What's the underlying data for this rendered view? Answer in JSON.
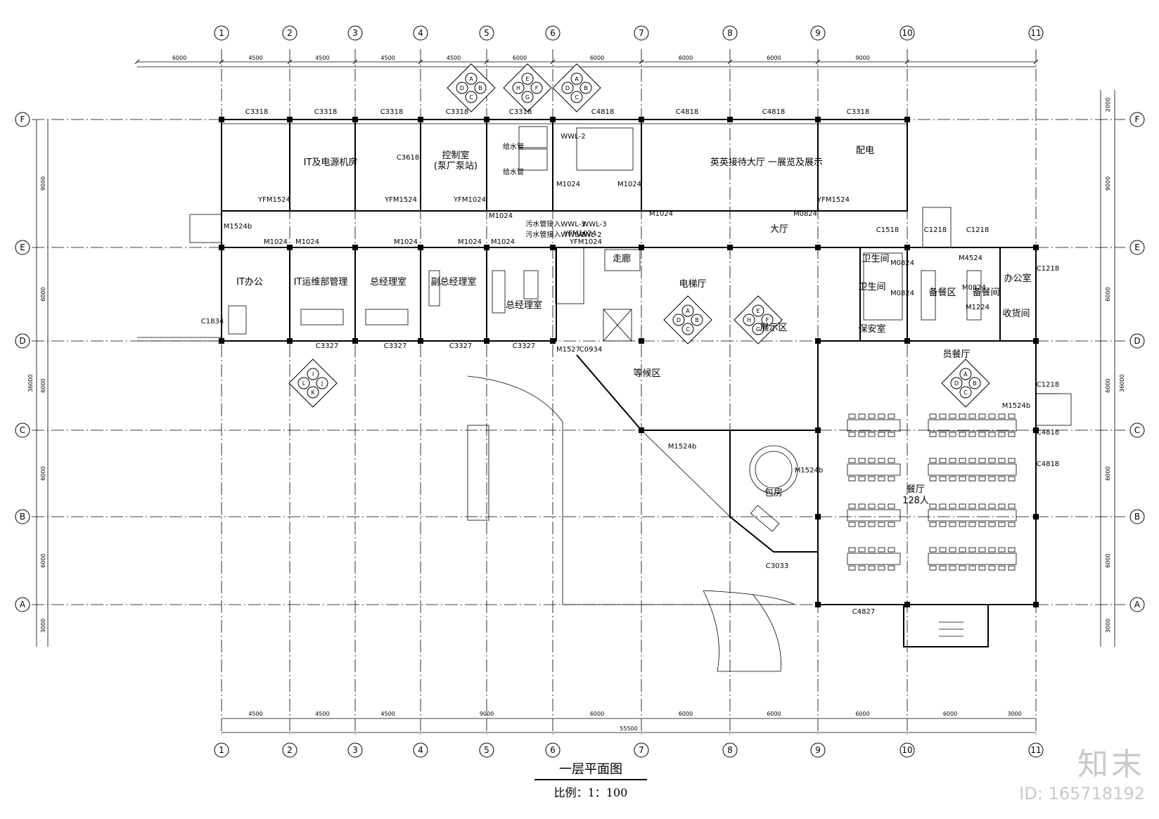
{
  "drawing": {
    "title": "一层平面图",
    "scale": "比例：1：100",
    "watermark_logo": "知末",
    "watermark_id": "ID: 165718192"
  },
  "axes": {
    "columns": [
      "1",
      "2",
      "3",
      "4",
      "5",
      "6",
      "7",
      "8",
      "9",
      "10",
      "11"
    ],
    "rows": [
      "F",
      "E",
      "D",
      "C",
      "B",
      "A"
    ]
  },
  "dimensions": {
    "top": [
      "6000",
      "4500",
      "4500",
      "4500",
      "4500",
      "6000",
      "6000",
      "6000",
      "6000",
      "9000"
    ],
    "bottom": [
      "4500",
      "4500",
      "4500",
      "9000",
      "6000",
      "6000",
      "6000",
      "6000",
      "6000",
      "3000"
    ],
    "bottom_total": "55500",
    "left": [
      "9000",
      "6000",
      "6000",
      "6000",
      "6000",
      "3000"
    ],
    "left_total": "36000",
    "right": [
      "2000",
      "9000",
      "6000",
      "6000",
      "6000",
      "6000",
      "3000"
    ],
    "right_total": "36000"
  },
  "rooms": {
    "it_room": "IT及电源机房",
    "control_room": "控制室",
    "control_sub": "(泵厂泵站)",
    "exhibition": "英英接待大厅 一展览及展示",
    "power": "配电",
    "hall": "大厅",
    "it_office": "IT办公",
    "it_ops": "IT运维部管理",
    "mgmt": "总经理室",
    "meeting": "副总经理室",
    "reception": "总经理室",
    "elevator_hall": "电梯厅",
    "exhibit_area": "展示区",
    "waiting": "等候区",
    "private_room": "包房",
    "dining": "餐厅",
    "dining_count": "128人",
    "kitchen_prep": "备餐区",
    "staff_dining": "员餐厅",
    "cold_room": "备餐间",
    "office": "办公室",
    "washroom": "卫生间",
    "security": "保安室",
    "warehouse": "收货间",
    "corridor": "走廊",
    "sanitary": "卫生间"
  },
  "labels": {
    "windows": [
      "C3318",
      "C3318",
      "C3318",
      "C3318",
      "C3318",
      "C4818",
      "C4818",
      "C4818",
      "C3318",
      "C3618",
      "C3327",
      "C3327",
      "C3327",
      "C3327",
      "C1834",
      "C1518",
      "C1218",
      "C1218",
      "C1218",
      "C1218",
      "C4818",
      "C4818",
      "C4827",
      "C3033",
      "C0934"
    ],
    "doors": [
      "YFM1524",
      "YFM1524",
      "YFM1024",
      "YFM1524",
      "YFM1024",
      "YFM1024",
      "M1524b",
      "M1024",
      "M1024",
      "M1024",
      "M1024",
      "M1024",
      "M1024",
      "M1024",
      "M1024",
      "M1024",
      "M0824",
      "M0824",
      "M0824",
      "M0824",
      "M1224",
      "M4524",
      "M1527",
      "M1524b",
      "M1524b",
      "M1524b"
    ],
    "pipes": [
      "WWL-2",
      "WWL-3",
      "WWL-2"
    ],
    "pipe_notes": [
      "给水管",
      "污水管接入WWL-3",
      "污水管接入WWL-2",
      "给水管"
    ]
  },
  "bubbles": [
    {
      "id": "b1",
      "letters": [
        "A",
        "B",
        "C",
        "D"
      ]
    },
    {
      "id": "b2",
      "letters": [
        "E",
        "F",
        "G",
        "H"
      ]
    },
    {
      "id": "b3",
      "letters": [
        "A",
        "B",
        "C",
        "D"
      ]
    },
    {
      "id": "b4",
      "letters": [
        "I",
        "J",
        "K",
        "L"
      ]
    },
    {
      "id": "b5",
      "letters": [
        "A",
        "B",
        "C",
        "D"
      ]
    },
    {
      "id": "b6",
      "letters": [
        "E",
        "F",
        "G",
        "H"
      ]
    },
    {
      "id": "b7",
      "letters": [
        "A",
        "B",
        "C",
        "D"
      ]
    }
  ]
}
